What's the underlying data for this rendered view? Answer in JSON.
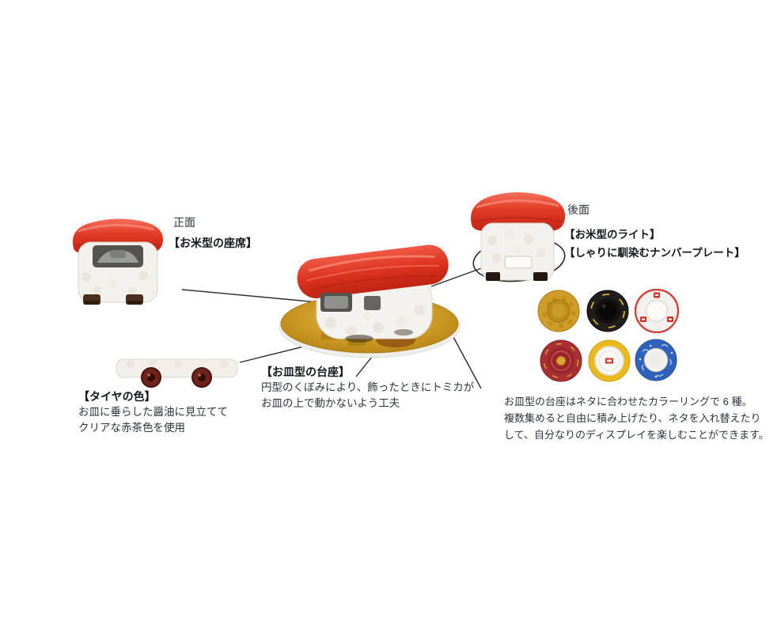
{
  "product": {
    "front_view": {
      "label": "正面",
      "feature": "【お米型の座席】"
    },
    "rear_view": {
      "label": "後面",
      "feature_light": "【お米型のライト】",
      "feature_plate": "【しゃりに馴染むナンバープレート】"
    },
    "tire_note": {
      "title": "【タイヤの色】",
      "line1": "お皿に垂らした醤油に見立てて",
      "line2": "クリアな赤茶色を使用"
    },
    "pedestal_note": {
      "title": "【お皿型の台座】",
      "line1": "円型のくぼみにより、飾ったときにトミカが",
      "line2": "お皿の上で動かないよう工夫"
    },
    "plates_note": {
      "line1": "お皿型の台座はネタに合わせたカラーリングで 6 種。",
      "line2": "複数集めると自由に積み上げたり、ネタを入れ替えたり",
      "line3": "して、自分なりのディスプレイを楽しむことができます。"
    }
  },
  "illustrations": {
    "front_car": "sushi-tomica-front-view",
    "rear_car": "sushi-tomica-rear-view",
    "main_car": "sushi-tomica-on-gold-plate",
    "chassis": "sushi-tomica-underside-wheels",
    "plate_variant_count": "6",
    "plate_variants": [
      "gold-hexagon-plate",
      "black-lacquer-plate",
      "white-red-trim-plate",
      "red-lacquer-plate",
      "yellow-rim-white-plate",
      "blue-pattern-plate"
    ]
  },
  "colors": {
    "tuna_red": "#d92c1d",
    "rice_white": "#f4f2ee",
    "soy_brown": "#7a3a10",
    "gold_plate": "#c9971f",
    "callout_line": "#2a2a2a",
    "text": "#2e333c"
  }
}
